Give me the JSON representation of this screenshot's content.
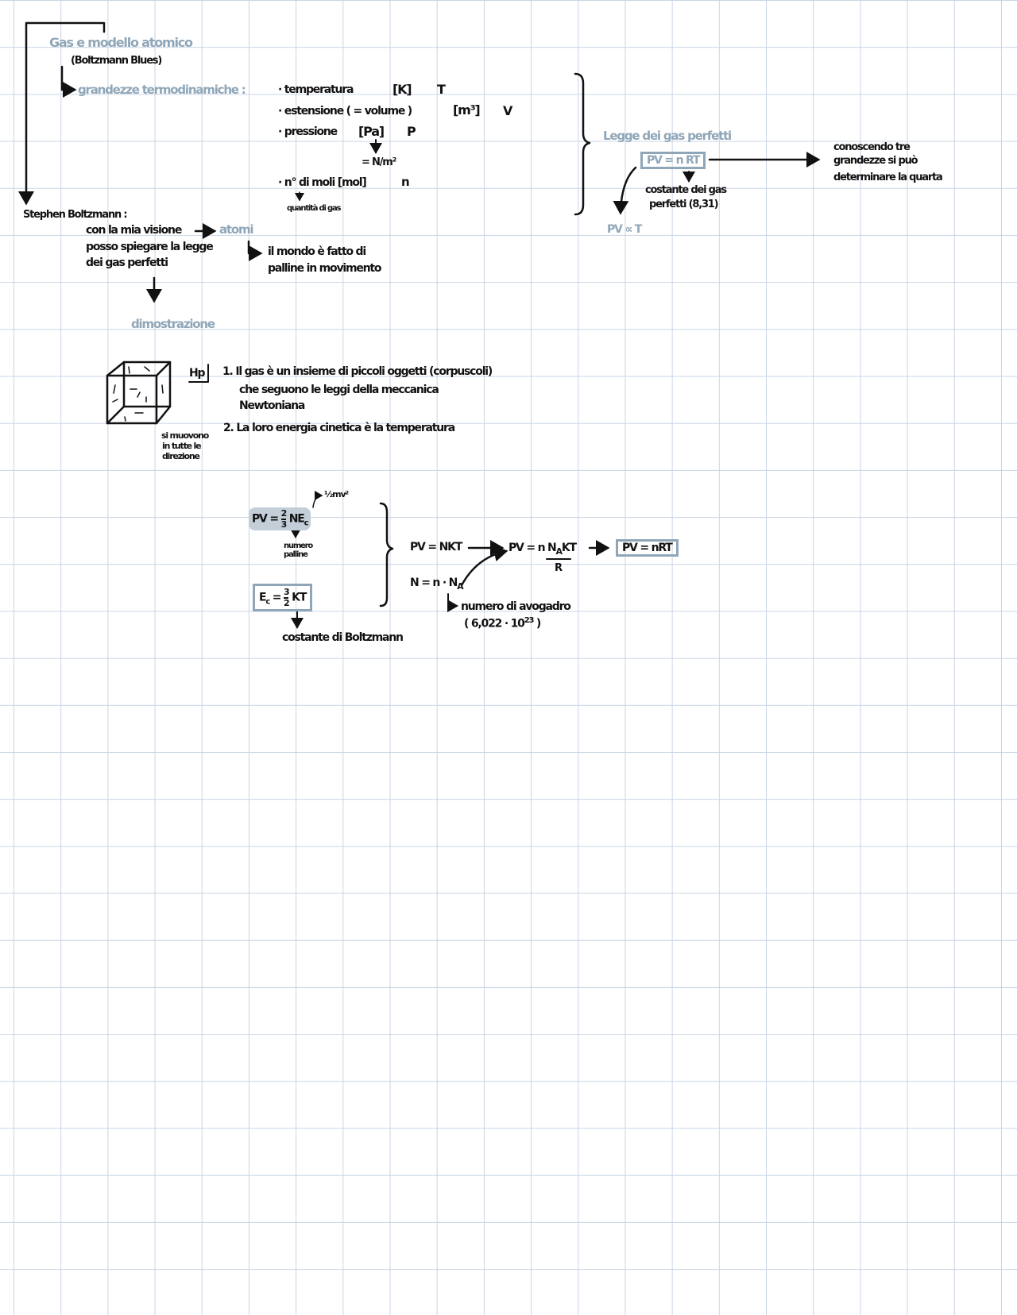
{
  "title": "Gas e modello atomico",
  "subtitle": "(Boltzmann Blues)",
  "grandezze_label": "grandezze termodinamiche :",
  "quantities": {
    "temperatura": {
      "name": "· temperatura",
      "unit": "[K]",
      "symbol": "T"
    },
    "estensione": {
      "name": "· estensione ( = volume )",
      "unit": "[m³]",
      "symbol": "V"
    },
    "pressione": {
      "name": "· pressione",
      "unit": "[Pa]",
      "symbol": "P",
      "equiv": "= N/m²"
    },
    "moli": {
      "name": "· n° di moli [mol]",
      "symbol": "n",
      "note": "quantità di gas"
    }
  },
  "legge": {
    "title": "Legge dei gas perfetti",
    "formula": "PV = n RT",
    "costante": "costante dei gas",
    "costante_value": "perfetti (8,31)",
    "proportional": "PV ∝ T",
    "note_line1": "conoscendo tre",
    "note_line2": "grandezze si può",
    "note_line3": "determinare la quarta"
  },
  "boltzmann": {
    "name": "Stephen Boltzmann :",
    "quote_line1": "con la mia visione",
    "atomi": "atomi",
    "quote_line2": "posso spiegare la legge",
    "quote_line3": "dei gas perfetti",
    "world_line1": "il mondo è fatto di",
    "world_line2": "palline in movimento"
  },
  "dimostrazione": {
    "title": "dimostrazione",
    "hp": "Hp",
    "hyp1_line1": "1. Il gas è un insieme di piccoli oggetti (corpuscoli)",
    "hyp1_line2": "che seguono le leggi della meccanica",
    "hyp1_line3": "Newtoniana",
    "hyp2": "2. La loro energia cinetica è la temperatura",
    "cube_caption_line1": "si muovono",
    "cube_caption_line2": "in tutte le",
    "cube_caption_line3": "direzione"
  },
  "derivation": {
    "pv_lhs": "PV =",
    "pv_frac_num": "2",
    "pv_frac_den": "3",
    "pv_rhs": "NE",
    "pv_sub": "c",
    "kinetic": "½mv²",
    "numero_line1": "numero",
    "numero_line2": "palline",
    "ec_lhs": "E",
    "ec_sub": "c",
    "ec_eq": "=",
    "ec_frac_num": "3",
    "ec_frac_den": "2",
    "ec_rhs": "KT",
    "costante_boltzmann": "costante di Boltzmann",
    "pv_nkt": "PV = NKT",
    "pv_nnakt_pre": "PV = n N",
    "pv_nnakt_sub": "A",
    "pv_nnakt_post": "KT",
    "r_label": "R",
    "pv_nrt": "PV = nRT",
    "n_def_pre": "N = n · N",
    "n_def_sub": "A",
    "avogadro_label": "numero di avogadro",
    "avogadro_value_pre": "( 6,022 · 10",
    "avogadro_value_exp": "23",
    "avogadro_value_post": " )"
  },
  "colors": {
    "ink": "#111111",
    "accent": "#8fa6b8",
    "grid": "#c9d4e6"
  }
}
